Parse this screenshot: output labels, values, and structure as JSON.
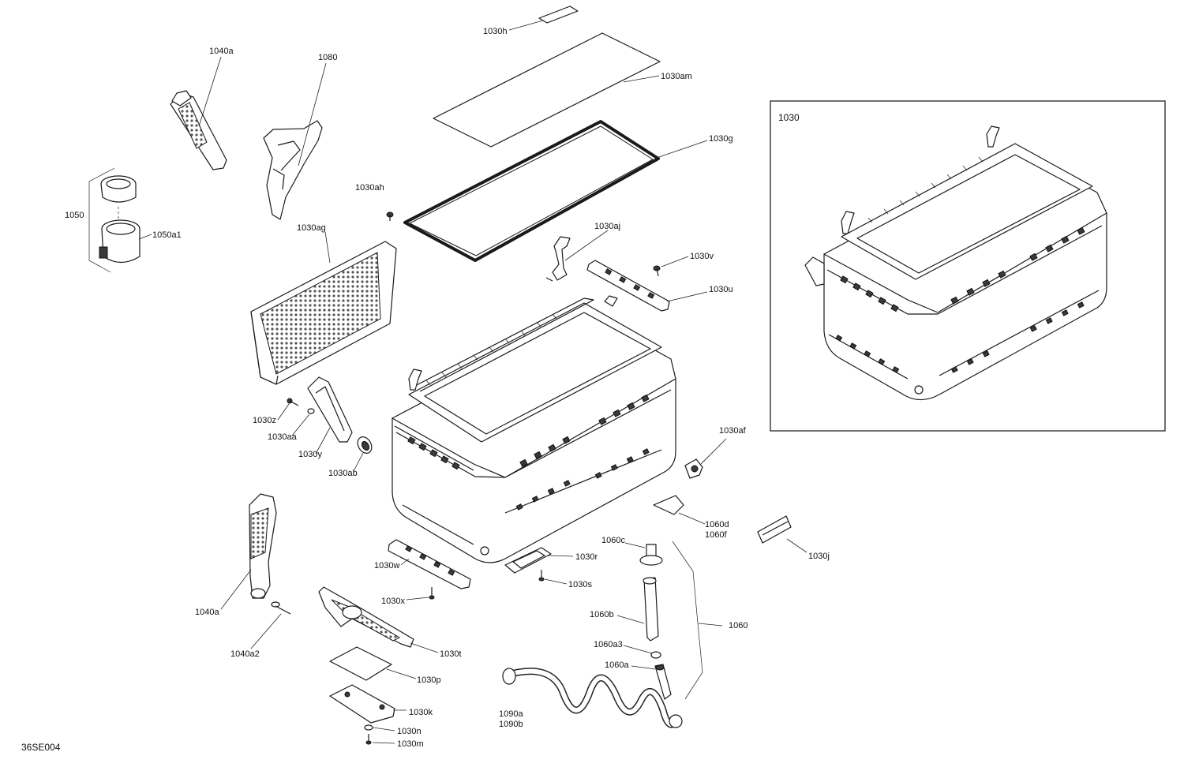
{
  "diagram": {
    "drawing_id": "36SE004",
    "inset_label": "1030",
    "labels": {
      "l1030h": "1030h",
      "l1030am": "1030am",
      "l1040a_top": "1040a",
      "l1080": "1080",
      "l1030g": "1030g",
      "l1030ah": "1030ah",
      "l1050": "1050",
      "l1050a1": "1050a1",
      "l1030ag": "1030ag",
      "l1030aj": "1030aj",
      "l1030v": "1030v",
      "l1030u": "1030u",
      "l1030z": "1030z",
      "l1030aa": "1030aa",
      "l1030y": "1030y",
      "l1030ab": "1030ab",
      "l1030af": "1030af",
      "l1060d": "1060d",
      "l1060f": "1060f",
      "l1030j": "1030j",
      "l1060c": "1060c",
      "l1030r": "1030r",
      "l1030w": "1030w",
      "l1030s": "1030s",
      "l1030x": "1030x",
      "l1040a_bottom": "1040a",
      "l1060b": "1060b",
      "l1060": "1060",
      "l1040a2": "1040a2",
      "l1030t": "1030t",
      "l1060a3": "1060a3",
      "l1060a": "1060a",
      "l1030p": "1030p",
      "l1090a": "1090a",
      "l1090b": "1090b",
      "l1030k": "1030k",
      "l1030n": "1030n",
      "l1030m": "1030m"
    }
  }
}
